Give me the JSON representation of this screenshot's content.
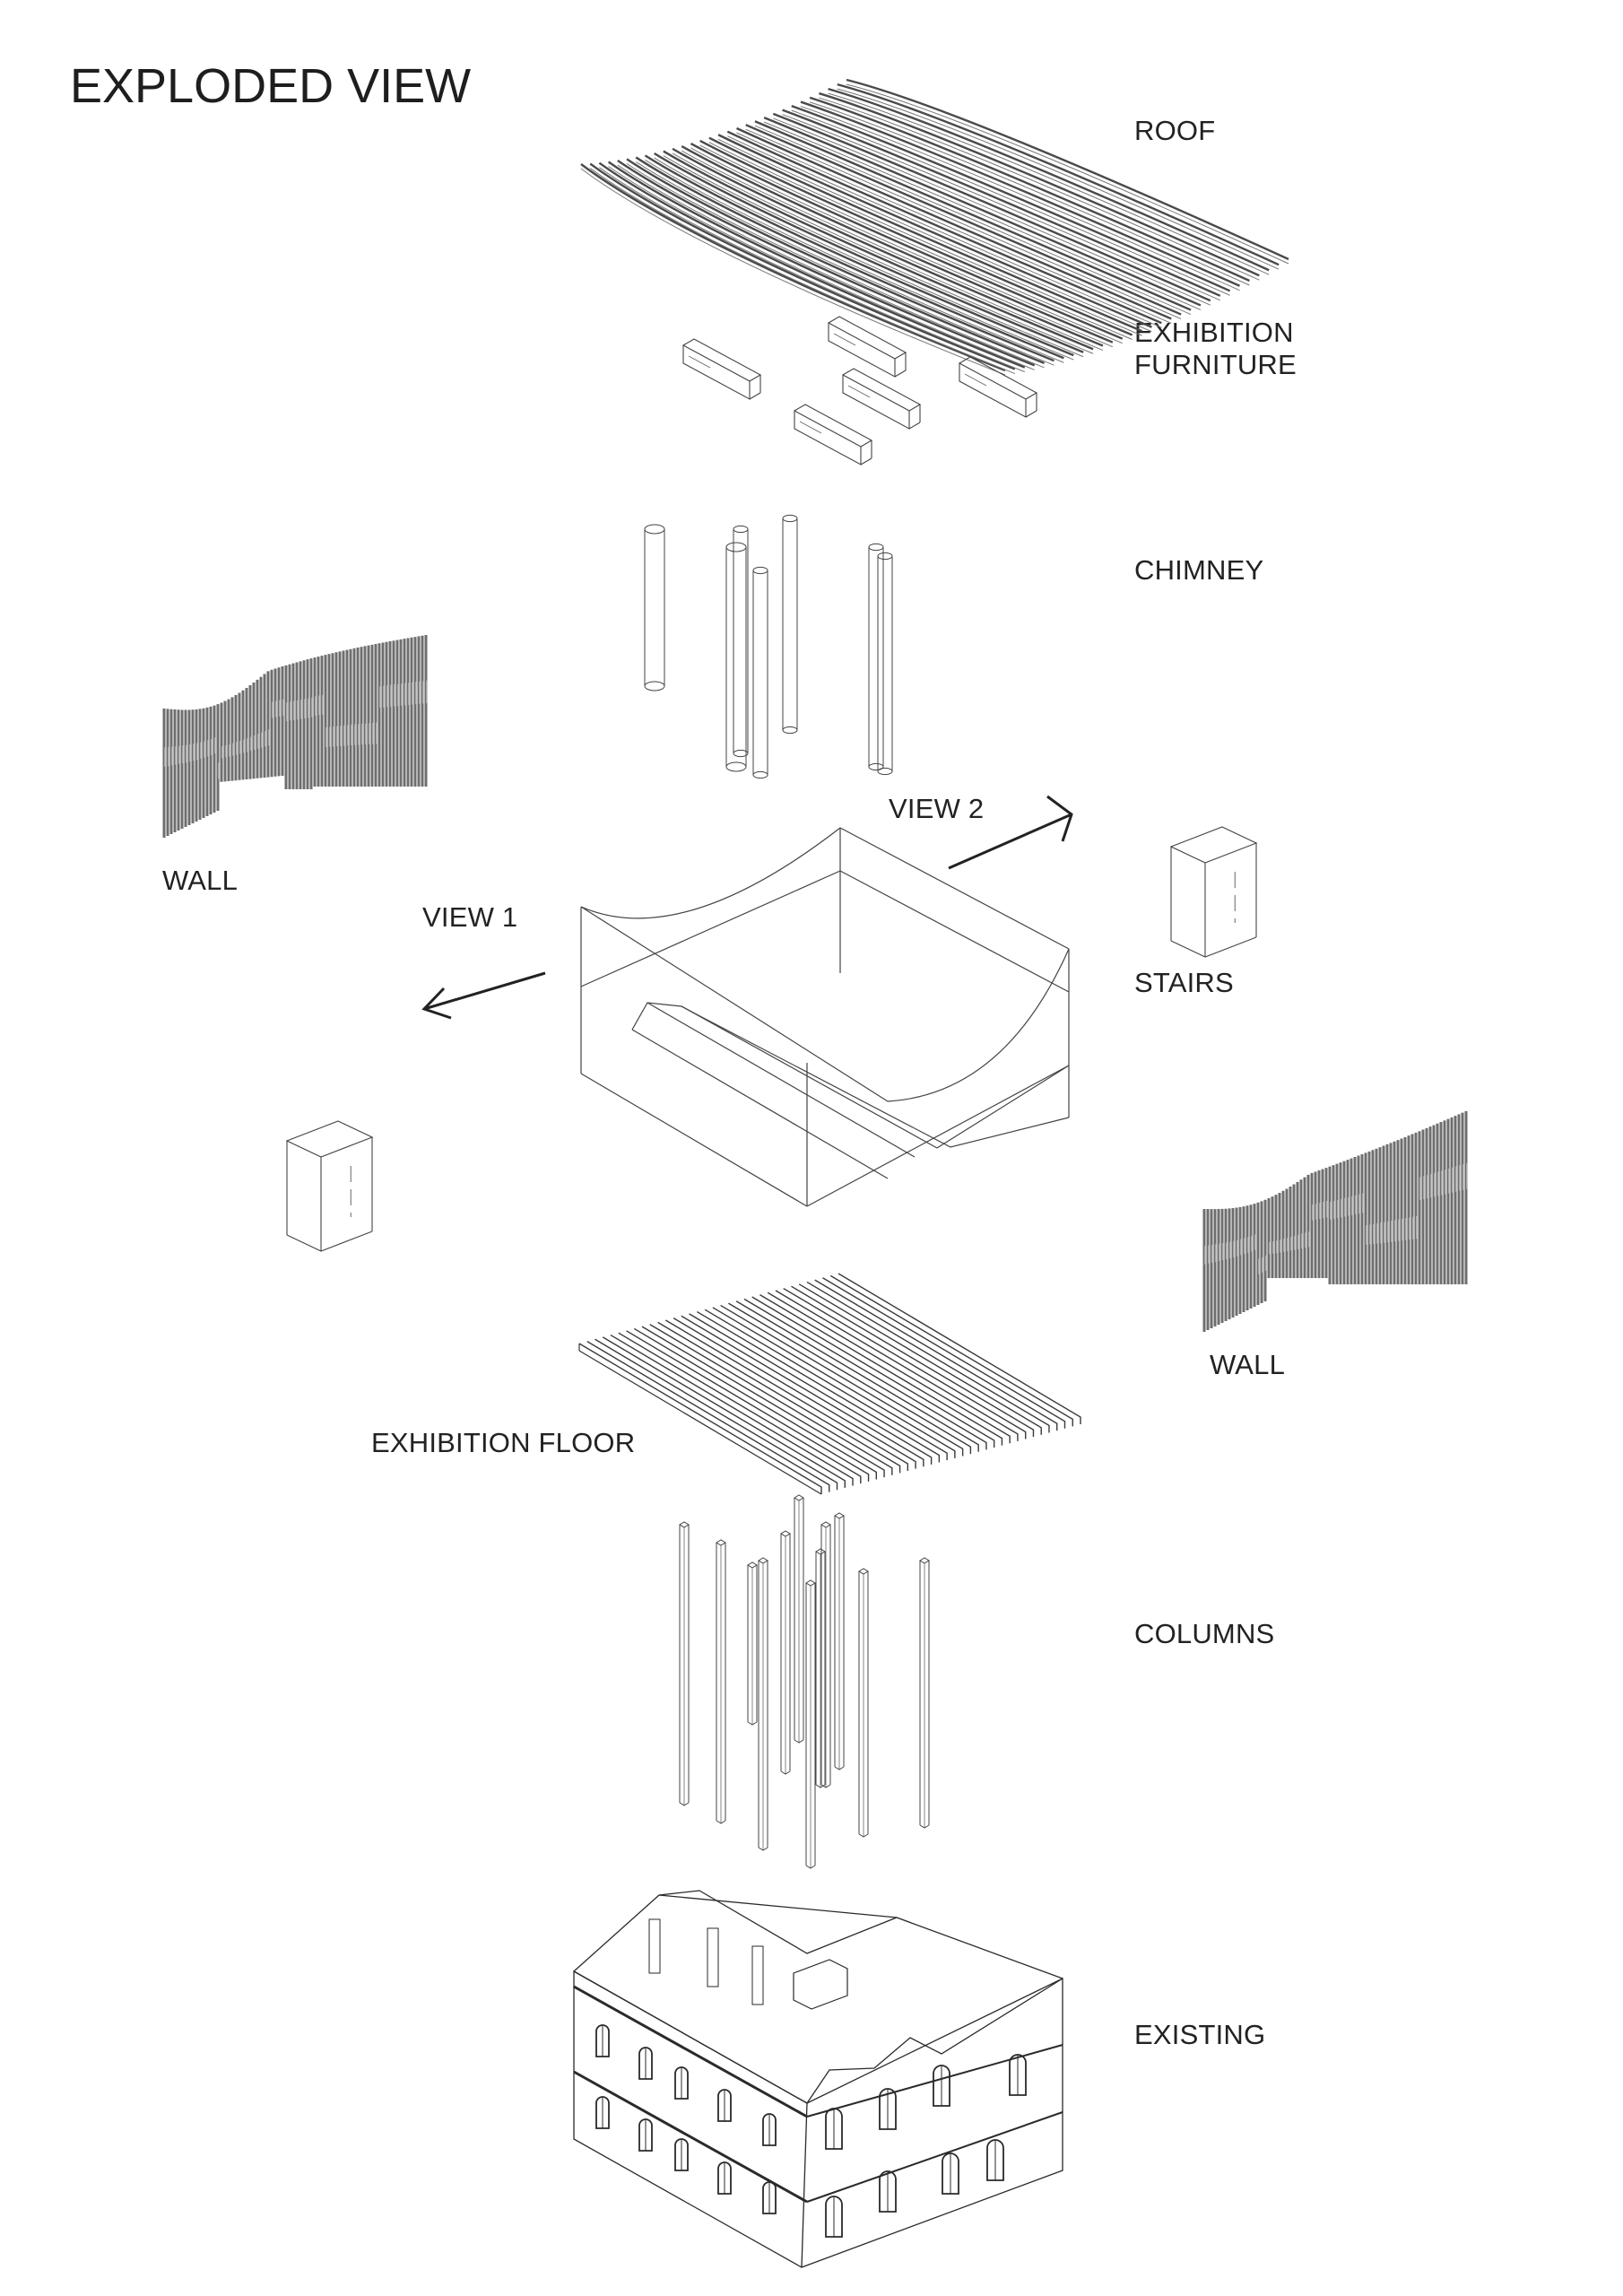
{
  "title": "EXPLODED VIEW",
  "labels": {
    "roof": "ROOF",
    "furniture_line1": "EXHIBITION",
    "furniture_line2": "FURNITURE",
    "chimney": "CHIMNEY",
    "wall_left": "WALL",
    "view2": "VIEW 2",
    "view1": "VIEW 1",
    "stairs": "STAIRS",
    "wall_right": "WALL",
    "exhibition_floor": "EXHIBITION FLOOR",
    "columns": "COLUMNS",
    "existing": "EXISTING"
  },
  "colors": {
    "ink": "#222222",
    "line": "#3a3a3a",
    "wall_fill": "#6e6e6e",
    "wall_light": "#b4b4b4"
  },
  "components": {
    "roof_slats": 30,
    "furniture_boxes": 5,
    "chimneys": 7,
    "floor_slats": 34,
    "columns": 12
  }
}
